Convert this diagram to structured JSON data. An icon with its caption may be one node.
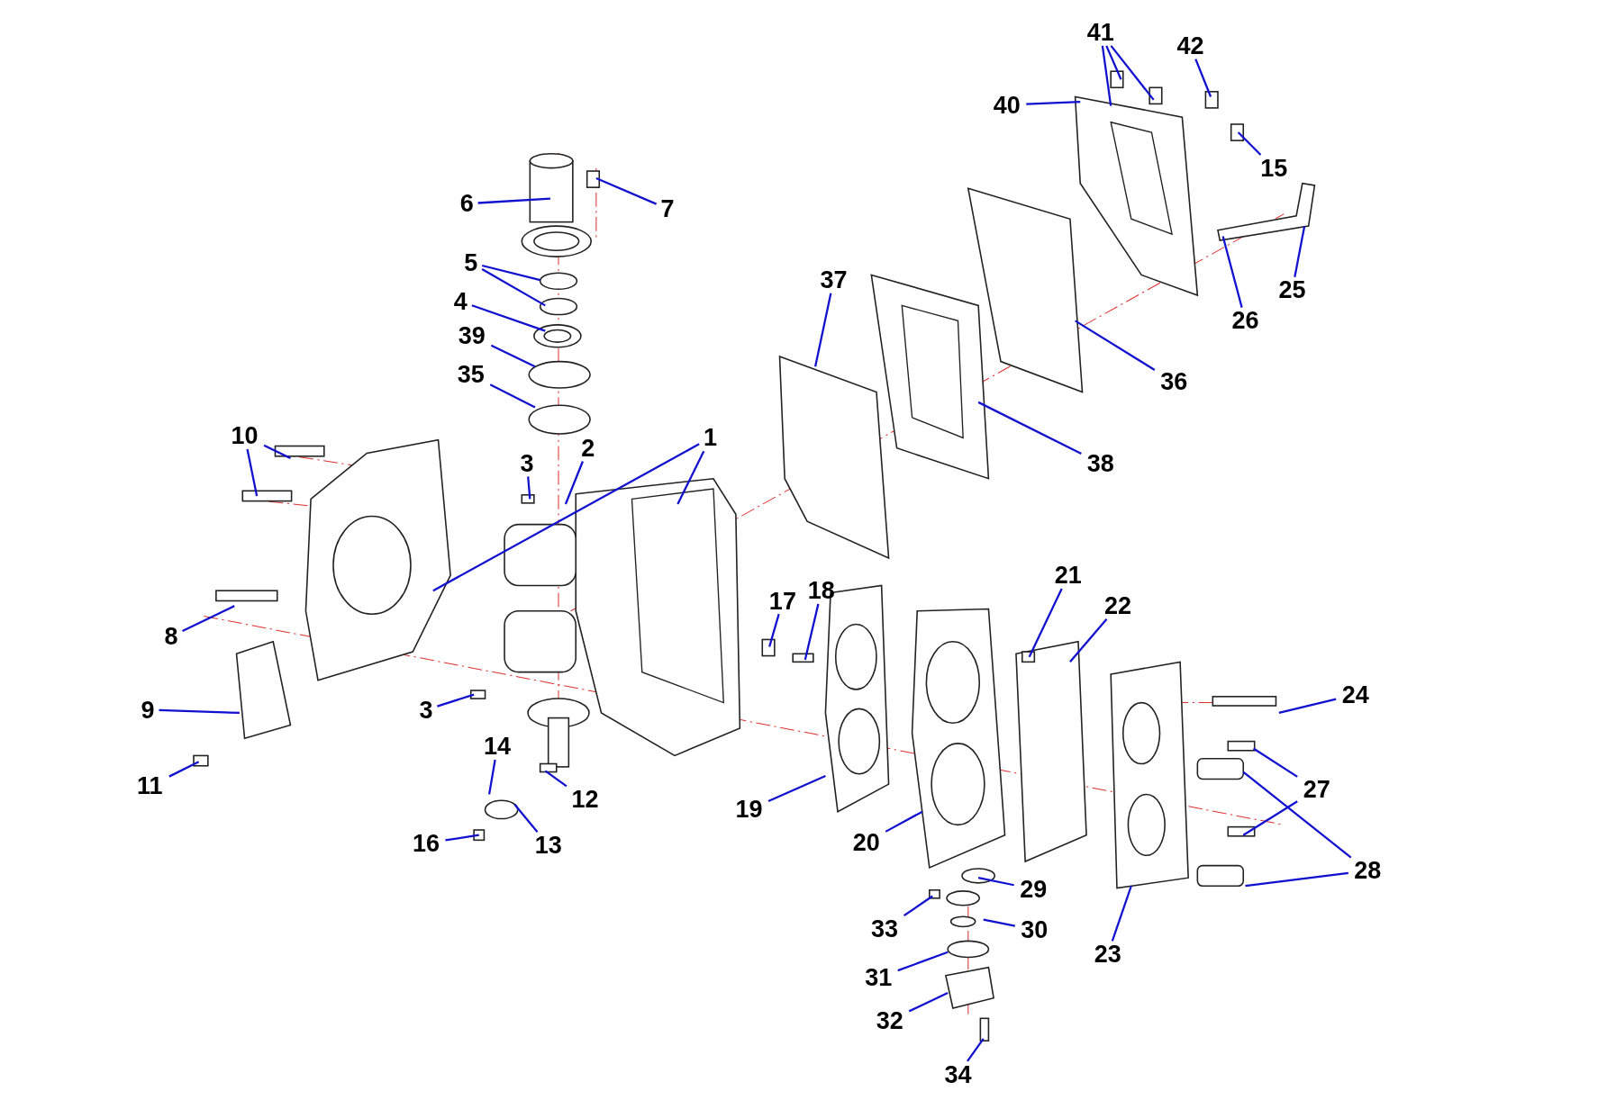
{
  "diagram": {
    "nodes": [
      {
        "text": [
          "41"
        ]
      },
      {
        "text": [
          "42"
        ]
      },
      {
        "text": [
          "40"
        ]
      },
      {
        "text": [
          "7"
        ]
      },
      {
        "text": [
          "6"
        ]
      },
      {
        "text": [
          "15"
        ]
      },
      {
        "text": [
          "25"
        ]
      },
      {
        "text": [
          "26"
        ]
      },
      {
        "text": [
          "5"
        ]
      },
      {
        "text": [
          "4"
        ]
      },
      {
        "text": [
          "39"
        ]
      },
      {
        "text": [
          "35"
        ]
      },
      {
        "text": [
          "37"
        ]
      },
      {
        "text": [
          "36"
        ]
      },
      {
        "text": [
          "38"
        ]
      },
      {
        "text": [
          "10"
        ]
      },
      {
        "text": [
          "3"
        ]
      },
      {
        "text": [
          "2"
        ]
      },
      {
        "text": [
          "1"
        ]
      },
      {
        "text": [
          "17"
        ]
      },
      {
        "text": [
          "18"
        ]
      },
      {
        "text": [
          "21"
        ]
      },
      {
        "text": [
          "22"
        ]
      },
      {
        "text": [
          "8"
        ]
      },
      {
        "text": [
          "9"
        ]
      },
      {
        "text": [
          "3"
        ]
      },
      {
        "text": [
          "24"
        ]
      },
      {
        "text": [
          "14"
        ]
      },
      {
        "text": [
          "12"
        ]
      },
      {
        "text": [
          "11"
        ]
      },
      {
        "text": [
          "27"
        ]
      },
      {
        "text": [
          "28"
        ]
      },
      {
        "text": [
          "19"
        ]
      },
      {
        "text": [
          "13"
        ]
      },
      {
        "text": [
          "16"
        ]
      },
      {
        "text": [
          "20"
        ]
      },
      {
        "text": [
          "29"
        ]
      },
      {
        "text": [
          "33"
        ]
      },
      {
        "text": [
          "30"
        ]
      },
      {
        "text": [
          "23"
        ]
      },
      {
        "text": [
          "31"
        ]
      },
      {
        "text": [
          "32"
        ]
      },
      {
        "text": [
          "34"
        ]
      }
    ],
    "edges": [
      {
        "from": 0,
        "to": null,
        "arrow": "none"
      },
      {
        "from": 0,
        "to": null,
        "arrow": "none"
      },
      {
        "from": 0,
        "to": null,
        "arrow": "none"
      },
      {
        "from": 1,
        "to": null,
        "arrow": "none"
      },
      {
        "from": 2,
        "to": null,
        "arrow": "none"
      },
      {
        "from": 3,
        "to": null,
        "arrow": "none"
      },
      {
        "from": 4,
        "to": null,
        "arrow": "none"
      },
      {
        "from": 5,
        "to": null,
        "arrow": "none"
      },
      {
        "from": 6,
        "to": null,
        "arrow": "none"
      },
      {
        "from": 7,
        "to": null,
        "arrow": "none"
      },
      {
        "from": 8,
        "to": null,
        "arrow": "none"
      },
      {
        "from": 8,
        "to": null,
        "arrow": "none"
      },
      {
        "from": 9,
        "to": null,
        "arrow": "none"
      },
      {
        "from": 10,
        "to": null,
        "arrow": "none"
      },
      {
        "from": 11,
        "to": null,
        "arrow": "none"
      },
      {
        "from": 12,
        "to": null,
        "arrow": "none"
      },
      {
        "from": 13,
        "to": null,
        "arrow": "none"
      },
      {
        "from": 14,
        "to": null,
        "arrow": "none"
      },
      {
        "from": 15,
        "to": null,
        "arrow": "none"
      },
      {
        "from": 15,
        "to": null,
        "arrow": "none"
      },
      {
        "from": 16,
        "to": null,
        "arrow": "none"
      },
      {
        "from": 17,
        "to": null,
        "arrow": "none"
      },
      {
        "from": 18,
        "to": null,
        "arrow": "none"
      },
      {
        "from": 18,
        "to": null,
        "arrow": "none"
      },
      {
        "from": 19,
        "to": null,
        "arrow": "none"
      },
      {
        "from": 20,
        "to": null,
        "arrow": "none"
      },
      {
        "from": 21,
        "to": null,
        "arrow": "none"
      },
      {
        "from": 22,
        "to": null,
        "arrow": "none"
      },
      {
        "from": 23,
        "to": null,
        "arrow": "none"
      },
      {
        "from": 24,
        "to": null,
        "arrow": "none"
      },
      {
        "from": 25,
        "to": null,
        "arrow": "none"
      },
      {
        "from": 26,
        "to": null,
        "arrow": "none"
      },
      {
        "from": 27,
        "to": null,
        "arrow": "none"
      },
      {
        "from": 28,
        "to": null,
        "arrow": "none"
      },
      {
        "from": 29,
        "to": null,
        "arrow": "none"
      },
      {
        "from": 30,
        "to": null,
        "arrow": "none"
      },
      {
        "from": 30,
        "to": null,
        "arrow": "none"
      },
      {
        "from": 31,
        "to": null,
        "arrow": "none"
      },
      {
        "from": 31,
        "to": null,
        "arrow": "none"
      },
      {
        "from": 32,
        "to": null,
        "arrow": "none"
      },
      {
        "from": 33,
        "to": null,
        "arrow": "none"
      },
      {
        "from": 34,
        "to": null,
        "arrow": "none"
      },
      {
        "from": 35,
        "to": null,
        "arrow": "none"
      },
      {
        "from": 36,
        "to": null,
        "arrow": "none"
      },
      {
        "from": 37,
        "to": null,
        "arrow": "none"
      },
      {
        "from": 38,
        "to": null,
        "arrow": "none"
      },
      {
        "from": 39,
        "to": null,
        "arrow": "none"
      },
      {
        "from": 40,
        "to": null,
        "arrow": "none"
      },
      {
        "from": 41,
        "to": null,
        "arrow": "none"
      },
      {
        "from": 42,
        "to": null,
        "arrow": "none"
      }
    ]
  }
}
